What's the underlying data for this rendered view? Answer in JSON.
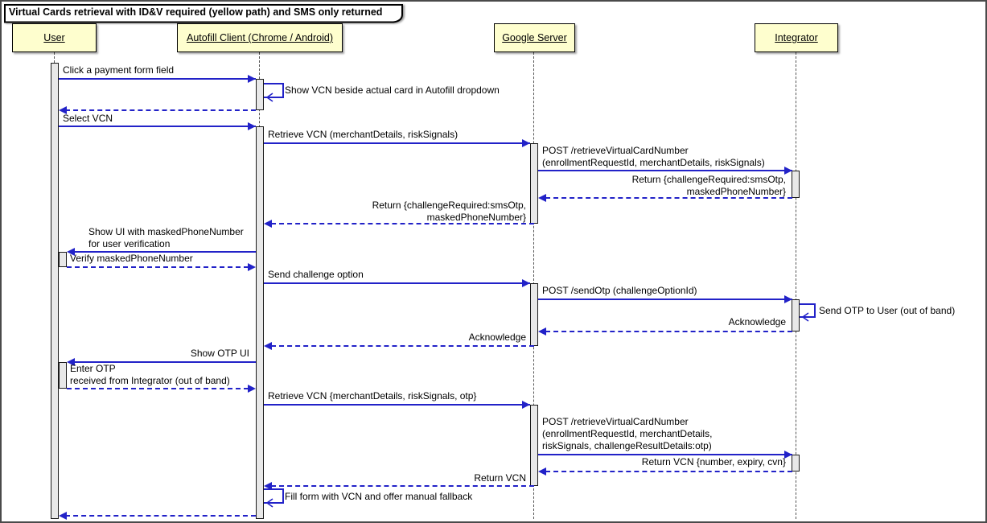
{
  "diagram": {
    "type": "uml-sequence-diagram",
    "title": "Virtual Cards retrieval with ID&V required (yellow path) and SMS only returned",
    "colors": {
      "participant_fill": "#FEFECE",
      "arrow": "#2222C8",
      "activation_fill": "#E8E8E8",
      "frame_border": "#4a4a4a"
    },
    "participants": [
      {
        "name": "User"
      },
      {
        "name": "Autofill Client (Chrome / Android)"
      },
      {
        "name": "Google Server"
      },
      {
        "name": "Integrator"
      }
    ],
    "messages": [
      {
        "from": "User",
        "to": "Autofill Client",
        "kind": "call",
        "lines": [
          "Click a payment form field"
        ]
      },
      {
        "from": "Autofill Client",
        "to": "Autofill Client",
        "kind": "self",
        "lines": [
          "Show VCN beside actual card in Autofill dropdown"
        ]
      },
      {
        "from": "Autofill Client",
        "to": "User",
        "kind": "return",
        "lines": []
      },
      {
        "from": "User",
        "to": "Autofill Client",
        "kind": "call",
        "lines": [
          "Select VCN"
        ]
      },
      {
        "from": "Autofill Client",
        "to": "Google Server",
        "kind": "call",
        "lines": [
          "Retrieve VCN (merchantDetails, riskSignals)"
        ]
      },
      {
        "from": "Google Server",
        "to": "Integrator",
        "kind": "call",
        "lines": [
          "POST /retrieveVirtualCardNumber",
          "(enrollmentRequestId, merchantDetails, riskSignals)"
        ]
      },
      {
        "from": "Integrator",
        "to": "Google Server",
        "kind": "return",
        "lines": [
          "Return {challengeRequired:smsOtp,",
          "maskedPhoneNumber}"
        ]
      },
      {
        "from": "Google Server",
        "to": "Autofill Client",
        "kind": "return",
        "lines": [
          "Return {challengeRequired:smsOtp,",
          "maskedPhoneNumber}"
        ]
      },
      {
        "from": "Autofill Client",
        "to": "User",
        "kind": "call",
        "lines": [
          "Show UI with maskedPhoneNumber",
          "for user verification"
        ]
      },
      {
        "from": "User",
        "to": "Autofill Client",
        "kind": "return",
        "lines": [
          "Verify maskedPhoneNumber"
        ]
      },
      {
        "from": "Autofill Client",
        "to": "Google Server",
        "kind": "call",
        "lines": [
          "Send challenge option"
        ]
      },
      {
        "from": "Google Server",
        "to": "Integrator",
        "kind": "call",
        "lines": [
          "POST /sendOtp (challengeOptionId)"
        ]
      },
      {
        "from": "Integrator",
        "to": "Integrator",
        "kind": "self",
        "lines": [
          "Send OTP to User (out of band)"
        ]
      },
      {
        "from": "Integrator",
        "to": "Google Server",
        "kind": "return",
        "lines": [
          "Acknowledge"
        ]
      },
      {
        "from": "Google Server",
        "to": "Autofill Client",
        "kind": "return",
        "lines": [
          "Acknowledge"
        ]
      },
      {
        "from": "Autofill Client",
        "to": "User",
        "kind": "call",
        "lines": [
          "Show OTP UI"
        ]
      },
      {
        "from": "User",
        "to": "Autofill Client",
        "kind": "return",
        "lines": [
          "Enter OTP",
          "received from Integrator (out of band)"
        ]
      },
      {
        "from": "Autofill Client",
        "to": "Google Server",
        "kind": "call",
        "lines": [
          "Retrieve VCN {merchantDetails, riskSignals, otp}"
        ]
      },
      {
        "from": "Google Server",
        "to": "Integrator",
        "kind": "call",
        "lines": [
          "POST /retrieveVirtualCardNumber",
          "(enrollmentRequestId, merchantDetails,",
          "riskSignals, challengeResultDetails:otp)"
        ]
      },
      {
        "from": "Integrator",
        "to": "Google Server",
        "kind": "return",
        "lines": [
          "Return VCN {number, expiry, cvn}"
        ]
      },
      {
        "from": "Google Server",
        "to": "Autofill Client",
        "kind": "return",
        "lines": [
          "Return VCN"
        ]
      },
      {
        "from": "Autofill Client",
        "to": "Autofill Client",
        "kind": "self",
        "lines": [
          "Fill form with VCN and offer manual fallback"
        ]
      },
      {
        "from": "Autofill Client",
        "to": "User",
        "kind": "return",
        "lines": []
      }
    ]
  }
}
